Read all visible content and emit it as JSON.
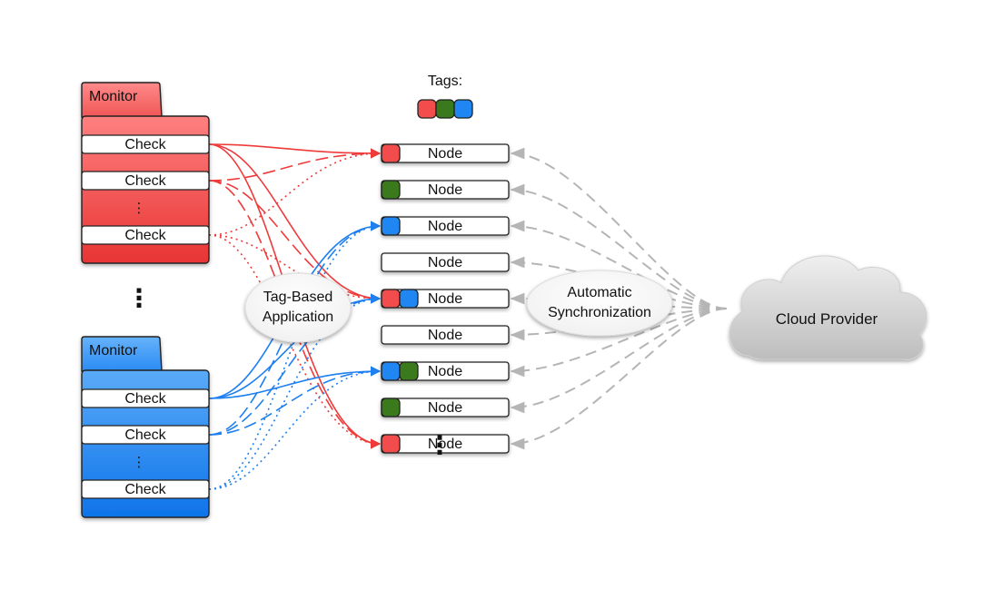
{
  "tags": {
    "title": "Tags:",
    "colors": [
      "red",
      "green",
      "blue"
    ]
  },
  "monitors": [
    {
      "id": "red",
      "title": "Monitor",
      "checks": [
        "Check",
        "Check",
        "Check"
      ],
      "ellipsis": "⋮"
    },
    {
      "id": "blue",
      "title": "Monitor",
      "checks": [
        "Check",
        "Check",
        "Check"
      ],
      "ellipsis": "⋮"
    }
  ],
  "monitor_gap_ellipsis": "⋮",
  "nodes": [
    {
      "label": "Node",
      "tags": [
        "red"
      ]
    },
    {
      "label": "Node",
      "tags": [
        "green"
      ]
    },
    {
      "label": "Node",
      "tags": [
        "blue"
      ]
    },
    {
      "label": "Node",
      "tags": []
    },
    {
      "label": "Node",
      "tags": [
        "red",
        "blue"
      ]
    },
    {
      "label": "Node",
      "tags": []
    },
    {
      "label": "Node",
      "tags": [
        "blue",
        "green"
      ]
    },
    {
      "label": "Node",
      "tags": [
        "green"
      ]
    },
    {
      "label": "Node",
      "tags": [
        "red"
      ]
    }
  ],
  "nodes_ellipsis": "⋮",
  "tag_app": {
    "line1": "Tag-Based",
    "line2": "Application"
  },
  "sync": {
    "line1": "Automatic",
    "line2": "Synchronization"
  },
  "cloud": {
    "label": "Cloud Provider"
  },
  "colors": {
    "red": "#f24c4c",
    "green": "#3a7a1c",
    "blue": "#1f86f2",
    "link_red": "#f03a3a",
    "link_blue": "#1e7ff0",
    "sync_gray": "#b5b5b5"
  }
}
